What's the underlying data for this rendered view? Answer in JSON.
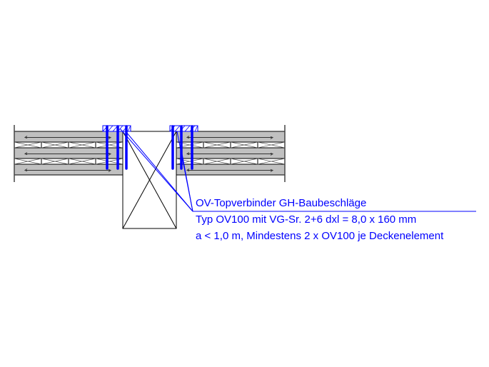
{
  "annotation": {
    "title": "OV-Topverbinder GH-Baubeschläge",
    "line2": "Typ OV100 mit VG-Sr. 2+6 dxl = 8,0 x 160 mm",
    "line3": "a < 1,0 m, Mindestens 2 x OV100 je Deckenelement"
  },
  "colors": {
    "annotation": "#0000ff",
    "panel_fill": "#c0c0c0",
    "line": "#000000"
  }
}
